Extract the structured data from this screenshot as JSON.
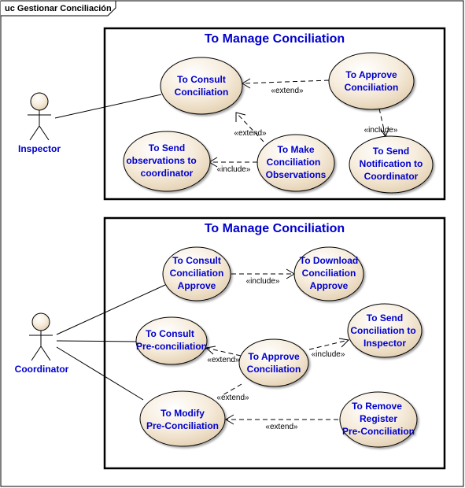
{
  "diagram": {
    "frame_label": "uc Gestionar Conciliación",
    "packages": [
      {
        "title": "To Manage Conciliation"
      },
      {
        "title": "To Manage Conciliation"
      }
    ],
    "actors": {
      "inspector": "Inspector",
      "coordinator": "Coordinator"
    },
    "use_cases": {
      "consult_conciliation": [
        "To Consult",
        "Conciliation"
      ],
      "approve_conciliation": [
        "To Approve",
        "Conciliation"
      ],
      "send_observations": [
        "To Send",
        "observations to",
        "coordinator"
      ],
      "make_observations": [
        "To Make",
        "Conciliation",
        "Observations"
      ],
      "send_notification": [
        "To Send",
        "Notification to",
        "Coordinator"
      ],
      "consult_conciliation_approve": [
        "To Consult",
        "Conciliation",
        "Approve"
      ],
      "download_conciliation_approve": [
        "To Download",
        "Conciliation",
        "Approve"
      ],
      "consult_preconciliation": [
        "To Consult",
        "Pre-conciliation"
      ],
      "approve_conciliation_2": [
        "To Approve",
        "Conciliation"
      ],
      "send_to_inspector": [
        "To Send",
        "Conciliation to",
        "Inspector"
      ],
      "modify_preconciliation": [
        "To Modify",
        "Pre-Conciliation"
      ],
      "remove_register": [
        "To Remove",
        "Register",
        "Pre-Conciliation"
      ]
    },
    "stereotypes": {
      "extend": "«extend»",
      "include": "«include»"
    }
  }
}
